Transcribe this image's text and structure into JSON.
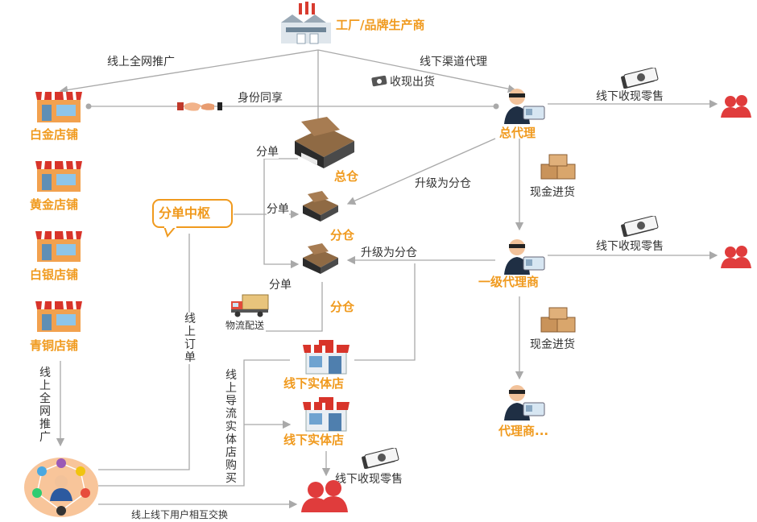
{
  "nodes": {
    "factory": "工厂/品牌生产商",
    "platinum_store": "白金店铺",
    "gold_store": "黄金店铺",
    "silver_store": "白银店铺",
    "bronze_store": "青铜店铺",
    "general_agent": "总代理",
    "first_agent": "一级代理商",
    "agent_more": "代理商...",
    "main_warehouse": "总仓",
    "branch_warehouse_1": "分仓",
    "branch_warehouse_2": "分仓",
    "hub": "分单中枢",
    "offline_store_1": "线下实体店",
    "offline_store_2": "线下实体店"
  },
  "edges": {
    "online_promo_top": "线上全网推广",
    "offline_channel": "线下渠道代理",
    "cash_shipment": "收现出货",
    "identity_share": "身份同享",
    "offline_retail_1": "线下收现零售",
    "offline_retail_2": "线下收现零售",
    "offline_retail_3": "线下收现零售",
    "cash_purchase_1": "现金进货",
    "cash_purchase_2": "现金进货",
    "upgrade_1": "升级为分仓",
    "upgrade_2": "升级为分仓",
    "split_1": "分单",
    "split_2": "分单",
    "split_3": "分单",
    "logistics": "物流配送",
    "online_order": "线上订单",
    "online_promo_left": "线上全网推广",
    "drain_to_store": "线上导流实体店购买",
    "exchange": "线上线下用户相互交换"
  },
  "colors": {
    "orange": "#f09a1e",
    "red": "#e03c3c",
    "line": "#a9a9a9"
  }
}
